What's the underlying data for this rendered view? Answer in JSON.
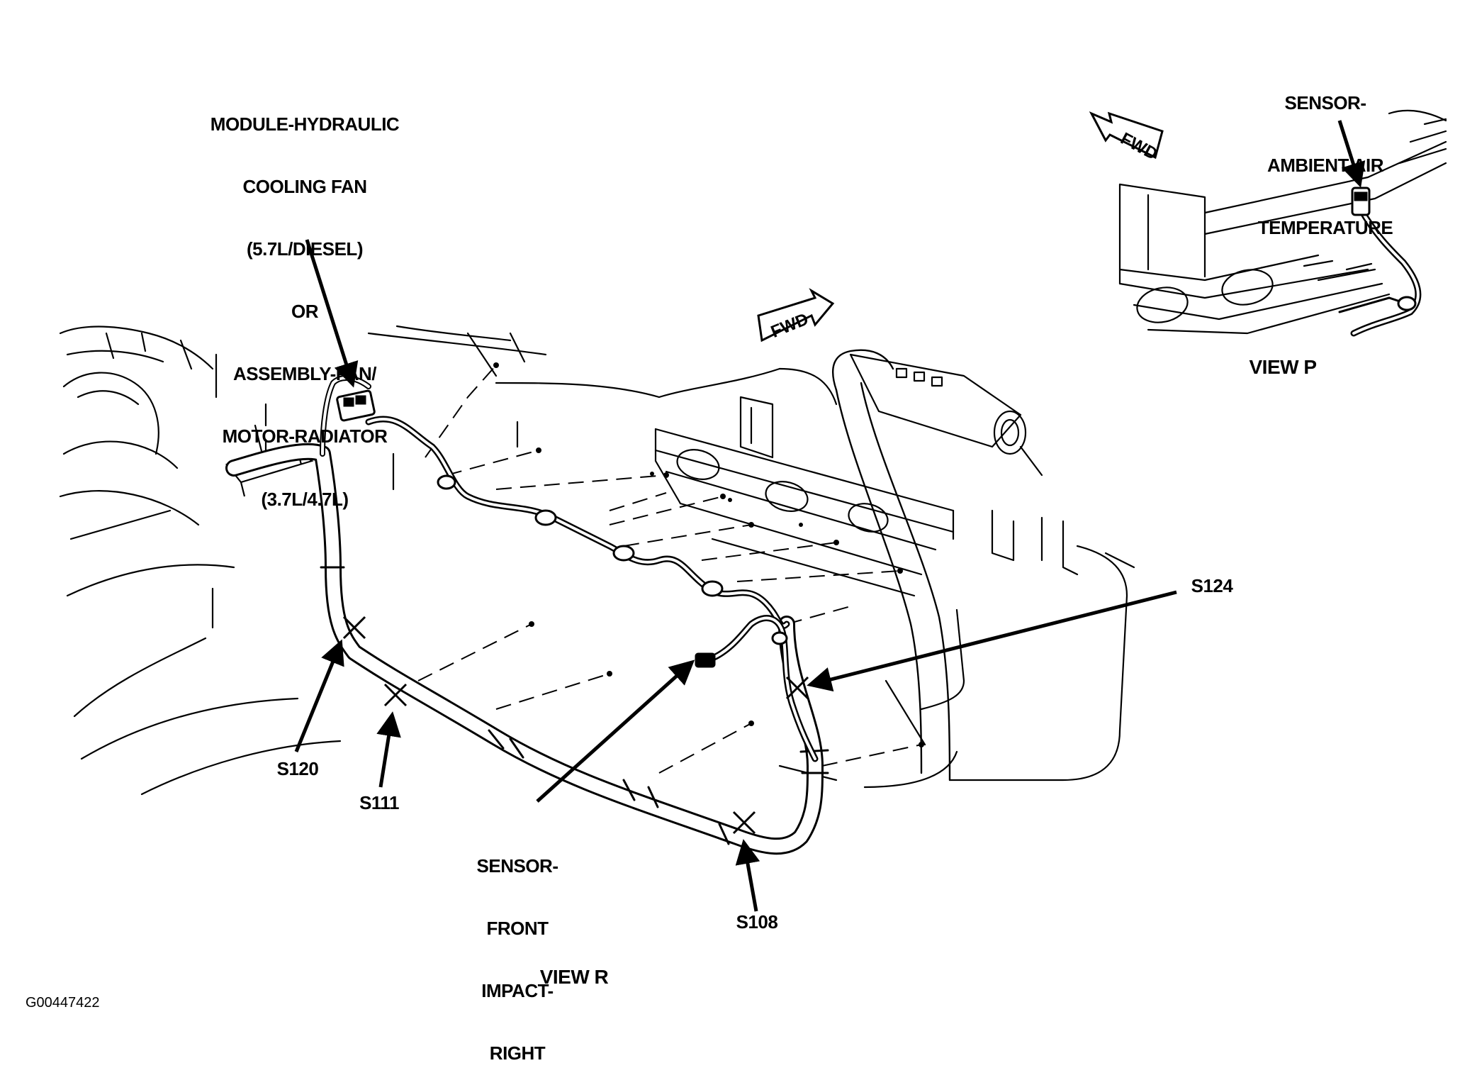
{
  "callouts": {
    "fan_module": [
      "MODULE-HYDRAULIC",
      "COOLING FAN",
      "(5.7L/DIESEL)",
      "OR",
      "ASSEMBLY-FAN/",
      "MOTOR-RADIATOR",
      "(3.7L/4.7L)"
    ],
    "ambient_sensor": [
      "SENSOR-",
      "AMBIENT AIR",
      "TEMPERATURE"
    ],
    "impact_sensor": [
      "SENSOR-",
      "FRONT",
      "IMPACT-",
      "RIGHT"
    ],
    "s124": "S124",
    "s120": "S120",
    "s111": "S111",
    "s108": "S108"
  },
  "views": {
    "main": "VIEW R",
    "inset": "VIEW P"
  },
  "direction_labels": {
    "main": "FWD",
    "inset": "FWD"
  },
  "figure_code": "G00447422"
}
